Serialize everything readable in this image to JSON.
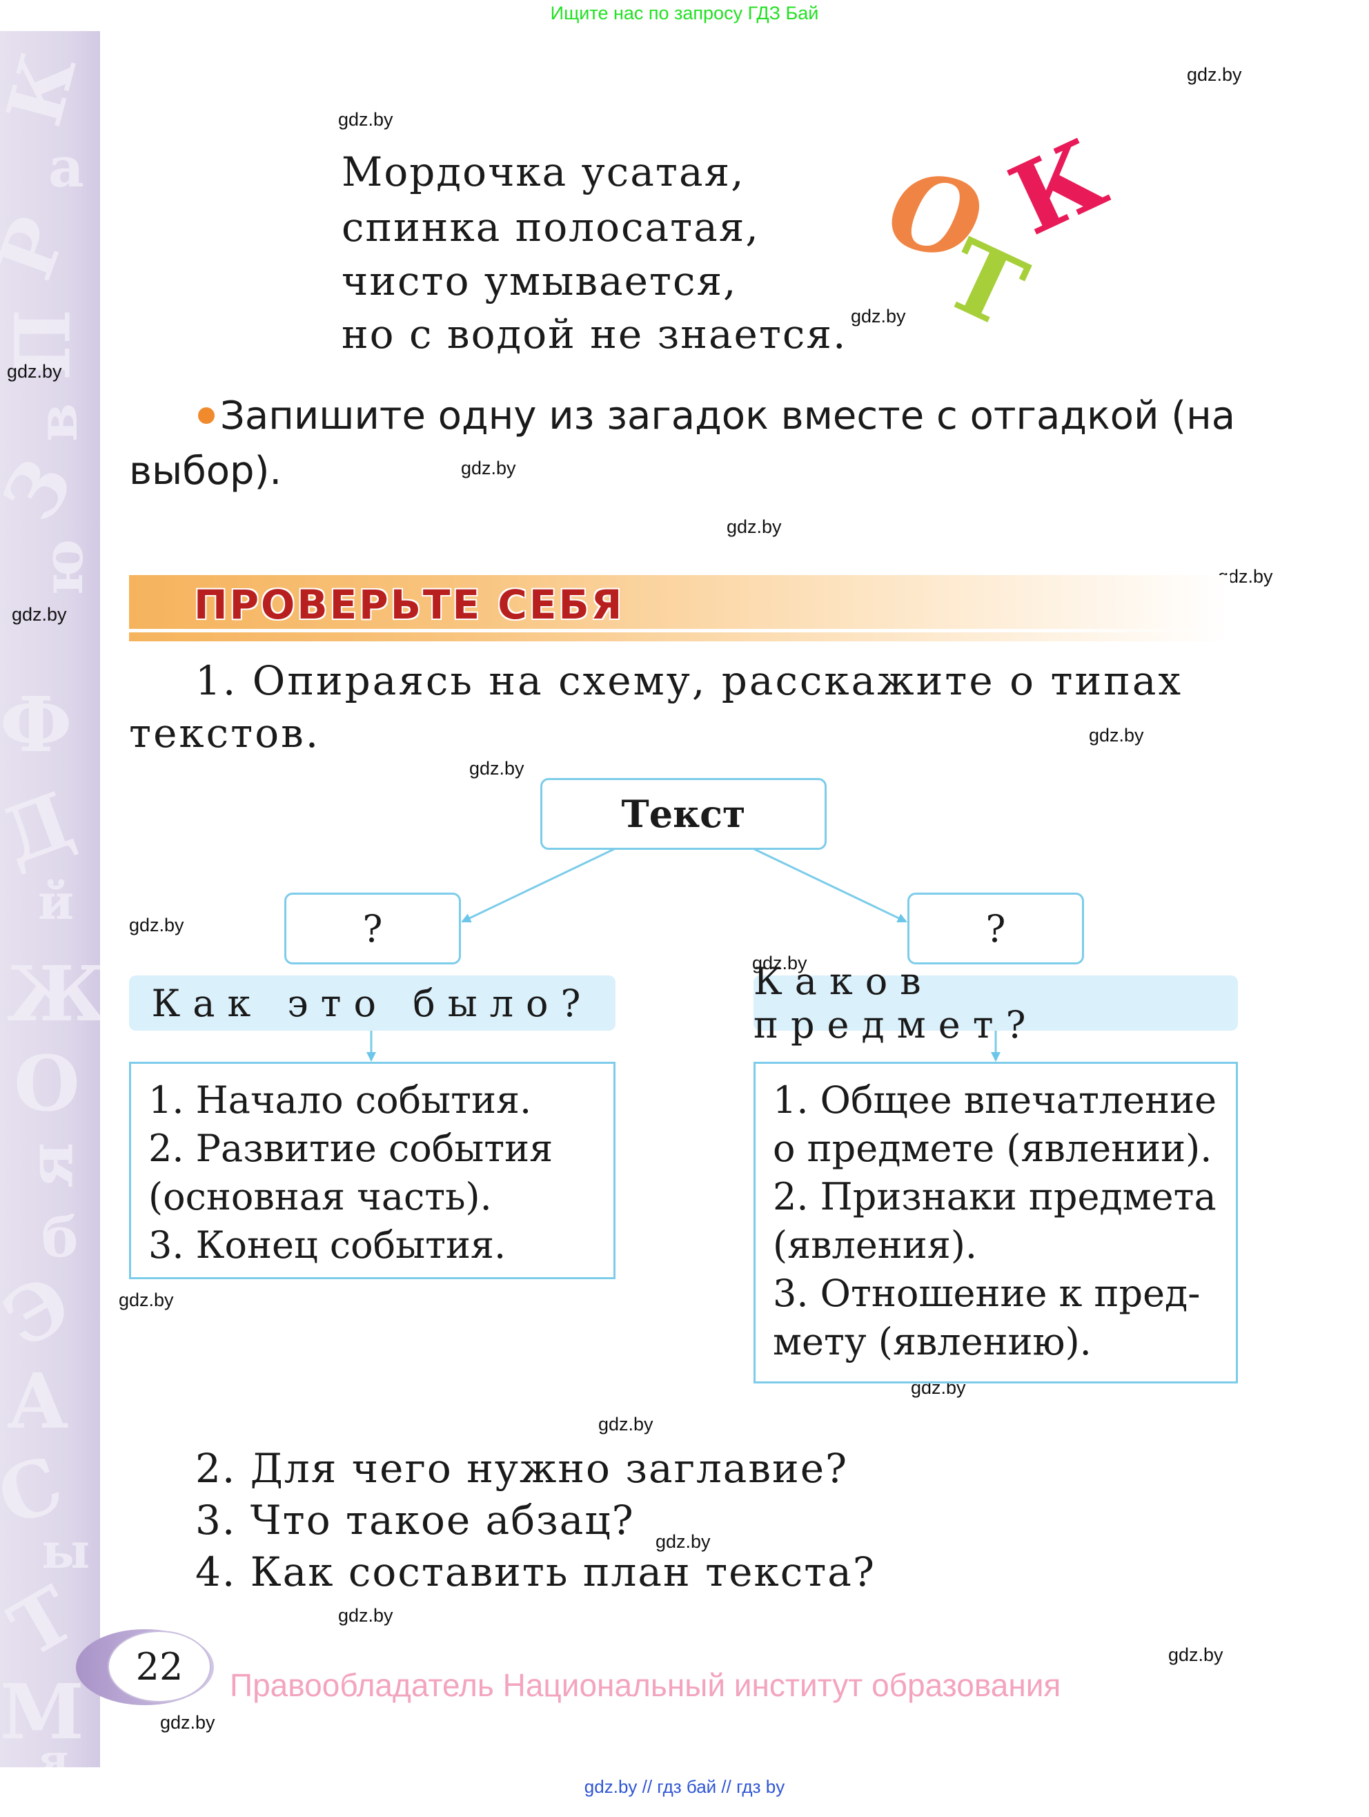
{
  "top_banner": {
    "text": "Ищите нас по запросу ГДЗ Бай",
    "color": "#22e022"
  },
  "sidebar": {
    "letters": [
      "К",
      "а",
      "Р",
      "П",
      "в",
      "З",
      "ю",
      "Ф",
      "Д",
      "й",
      "Ж",
      "О",
      "я",
      "б",
      "Э",
      "А",
      "С",
      "ы",
      "Т",
      "М",
      "я"
    ]
  },
  "watermark": "gdz.by",
  "riddle": {
    "lines": [
      "Мордочка усатая,",
      "спинка полосатая,",
      "чисто умывается,",
      "но с водой не знается."
    ],
    "answer_letters": [
      {
        "char": "О",
        "color": "#f08444"
      },
      {
        "char": "Т",
        "color": "#a6cf3a"
      },
      {
        "char": "К",
        "color": "#e81a58"
      }
    ]
  },
  "instruction": {
    "bullet_color": "#f08a2c",
    "line1": "Запишите одну из загадок вместе с отгадкой (на",
    "line2": "выбор)."
  },
  "section": {
    "title": "ПРОВЕРЬТЕ СЕБЯ",
    "title_color": "#b7201f"
  },
  "question1": {
    "line1": "1. Опираясь на схему, расскажите о типах",
    "line2": "текстов."
  },
  "diagram": {
    "root": "Текст",
    "branches": [
      {
        "placeholder": "?",
        "label": "Как это было?",
        "items": [
          "1. Начало события.",
          "2. Развитие события",
          "(основная часть).",
          "3. Конец события."
        ]
      },
      {
        "placeholder": "?",
        "label": "Каков предмет?",
        "items": [
          "1. Общее впечатление",
          "о предмете (явлении).",
          "2. Признаки предмета",
          "(явления).",
          "3. Отношение к пред-",
          "мету (явлению)."
        ]
      }
    ],
    "border_color": "#7cccea",
    "label_bg": "#daf0fb"
  },
  "questions": [
    "2. Для чего нужно заглавие?",
    "3. Что такое абзац?",
    "4. Как составить план текста?"
  ],
  "footer": {
    "page_number": "22",
    "copyright": "Правообладатель Национальный институт образования",
    "copyright_color": "#f3a4be",
    "links": "gdz.by  //  гдз бай  //  гдз by",
    "links_color": "#2f55d4"
  }
}
